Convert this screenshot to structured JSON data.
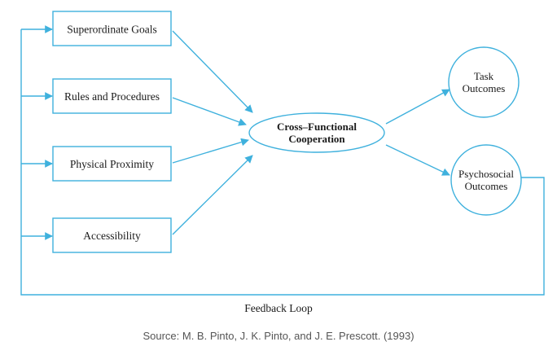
{
  "colors": {
    "line": "#3fb1dd",
    "text": "#1a1a1a",
    "source_text": "#555555"
  },
  "inputs": [
    {
      "label": "Superordinate Goals"
    },
    {
      "label": "Rules and Procedures"
    },
    {
      "label": "Physical Proximity"
    },
    {
      "label": "Accessibility"
    }
  ],
  "center": {
    "line1": "Cross–Functional",
    "line2": "Cooperation"
  },
  "outcomes": [
    {
      "line1": "Task",
      "line2": "Outcomes"
    },
    {
      "line1": "Psychosocial",
      "line2": "Outcomes"
    }
  ],
  "feedback_label": "Feedback Loop",
  "source": "Source: M. B. Pinto, J. K. Pinto, and J. E. Prescott. (1993)"
}
